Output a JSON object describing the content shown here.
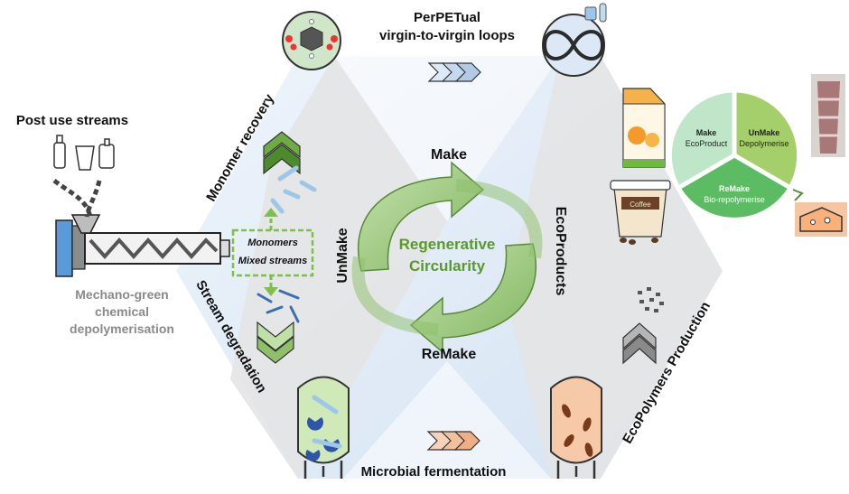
{
  "left": {
    "post_use": "Post use streams",
    "mechano_1": "Mechano-green",
    "mechano_2": "chemical",
    "mechano_3": "depolymerisation"
  },
  "edges": {
    "top_1": "PerPETual",
    "top_2": "virgin-to-virgin loops",
    "bottom": "Microbial fermentation",
    "upper_left": "Monomer recovery",
    "lower_left": "Stream degradation",
    "lower_right": "EcoPolymers Production"
  },
  "center": {
    "make": "Make",
    "unmake": "UnMake",
    "remake": "ReMake",
    "ecoproducts": "EcoProducts",
    "title_1": "Regenerative",
    "title_2": "Circularity"
  },
  "streams": {
    "monomers": "Monomers",
    "mixed": "Mixed streams"
  },
  "cycle": {
    "make_title": "Make",
    "make_sub": "EcoProduct",
    "unmake_title": "UnMake",
    "unmake_sub": "Depolymerise",
    "remake_title": "ReMake",
    "remake_sub": "Bio-repolymerise"
  },
  "products": {
    "cup_label": "Coffee"
  },
  "colors": {
    "hex_blue": "#dce8f5",
    "hex_gray": "#e6e6e6",
    "arrow_green": "#8cc06a",
    "cycle_green": "#7cc576"
  }
}
